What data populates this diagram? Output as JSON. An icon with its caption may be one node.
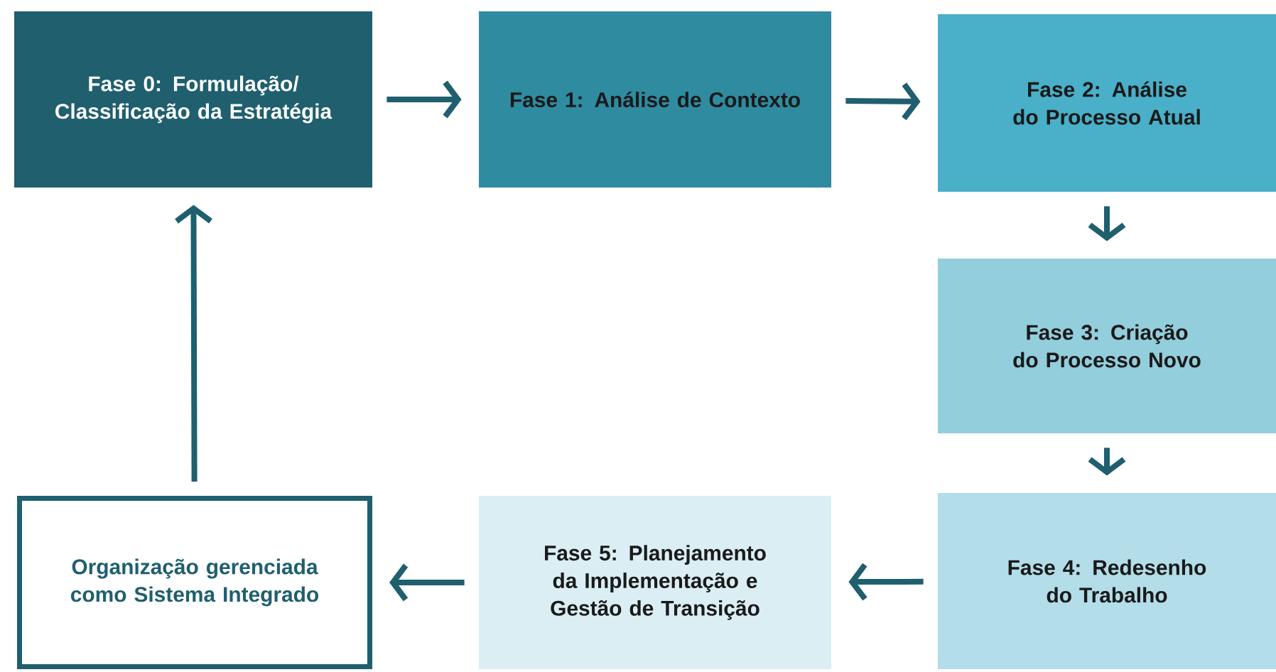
{
  "diagram": {
    "nodes": [
      {
        "text": [
          "Fase 0: Formulação/ Classificação da Estratégia"
        ]
      },
      {
        "text": [
          "Fase 1: Análise de Contexto"
        ]
      },
      {
        "text": [
          "Fase 2: Análise do Processo Atual"
        ]
      },
      {
        "text": [
          "Fase 3: Criação do Processo Novo"
        ]
      },
      {
        "text": [
          "Fase 4: Redesenho do Trabalho"
        ]
      },
      {
        "text": [
          "Fase 5: Planejamento da Implementação e Gestão de Transição"
        ]
      },
      {
        "text": [
          "Organização gerenciada como Sistema Integrado"
        ]
      }
    ],
    "edges": [
      {
        "from": 0,
        "to": 1,
        "arrow": "to"
      },
      {
        "from": 1,
        "to": 2,
        "arrow": "to"
      },
      {
        "from": 2,
        "to": 3,
        "arrow": "to"
      },
      {
        "from": 3,
        "to": 4,
        "arrow": "to"
      },
      {
        "from": 4,
        "to": 5,
        "arrow": "to"
      },
      {
        "from": 5,
        "to": 6,
        "arrow": "to"
      },
      {
        "from": 6,
        "to": 0,
        "arrow": "to"
      }
    ]
  }
}
